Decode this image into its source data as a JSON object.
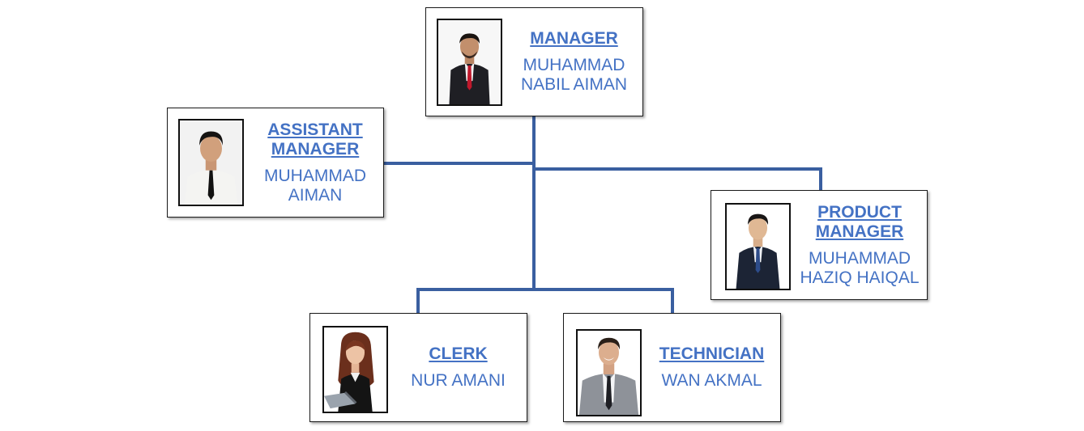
{
  "colors": {
    "connector": "#3a5fa0",
    "text": "#4472c4",
    "border": "#1a1a1a"
  },
  "nodes": {
    "manager": {
      "role": [
        "MANAGER"
      ],
      "name": [
        "MUHAMMAD",
        "NABIL AIMAN"
      ],
      "photo": "man-dark-suit-red-tie-photo"
    },
    "assistant_manager": {
      "role": [
        "ASSISTANT",
        "MANAGER"
      ],
      "name": [
        "MUHAMMAD",
        "AIMAN"
      ],
      "photo": "young-man-white-shirt-tie-photo"
    },
    "product_manager": {
      "role": [
        "PRODUCT",
        "MANAGER"
      ],
      "name": [
        "MUHAMMAD",
        "HAZIQ HAIQAL"
      ],
      "photo": "man-navy-suit-photo"
    },
    "clerk": {
      "role": [
        "CLERK"
      ],
      "name": [
        "NUR AMANI"
      ],
      "photo": "woman-at-laptop-photo"
    },
    "technician": {
      "role": [
        "TECHNICIAN"
      ],
      "name": [
        "WAN AKMAL"
      ],
      "photo": "man-grey-suit-photo"
    }
  }
}
